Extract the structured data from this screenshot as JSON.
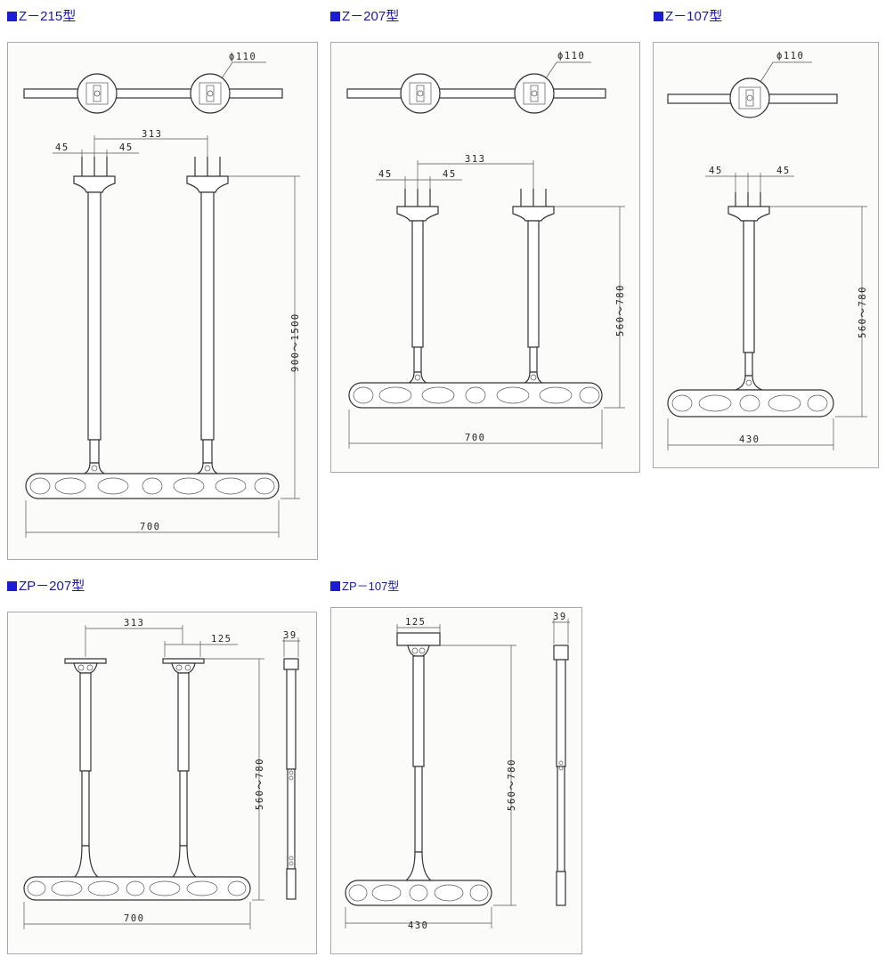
{
  "sections": {
    "z215": {
      "title": "Z－215型",
      "dims": {
        "phi": "ϕ110",
        "span": "313",
        "left": "45",
        "right": "45",
        "height": "900～1500",
        "width": "700"
      }
    },
    "z207": {
      "title": "Z－207型",
      "dims": {
        "phi": "ϕ110",
        "span": "313",
        "left": "45",
        "right": "45",
        "height": "560～780",
        "width": "700"
      }
    },
    "z107": {
      "title": "Z－107型",
      "dims": {
        "phi": "ϕ110",
        "left": "45",
        "right": "45",
        "height": "560～780",
        "width": "430"
      }
    },
    "zp207": {
      "title": "ZP－207型",
      "dims": {
        "span": "313",
        "base": "125",
        "side": "39",
        "height": "560～780",
        "width": "700"
      }
    },
    "zp107": {
      "title": "ZP－107型",
      "dims": {
        "base": "125",
        "side": "39",
        "height": "560～780",
        "width": "430"
      }
    }
  },
  "colors": {
    "title_text": "#1a1aa0",
    "title_square": "#1c1cd6",
    "panel_border": "#a9a9a9",
    "line": "#333333"
  }
}
